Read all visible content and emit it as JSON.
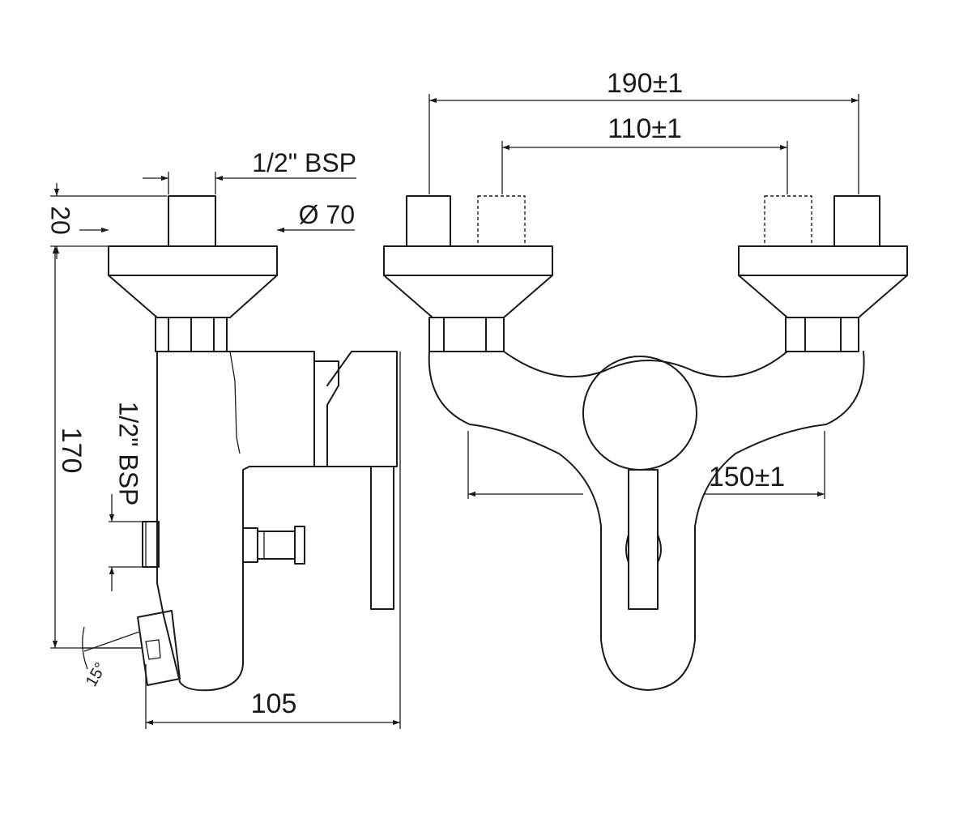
{
  "dimensions": {
    "overall_width": "190±1",
    "inlet_spacing": "110±1",
    "spout_reach": "150±1",
    "inlet_thread": "1/2\" BSP",
    "flange_diameter": "Ø 70",
    "eccentric_height": "20",
    "total_height": "170",
    "outlet_thread": "1/2\" BSP",
    "spout_angle": "15°",
    "depth": "105"
  }
}
